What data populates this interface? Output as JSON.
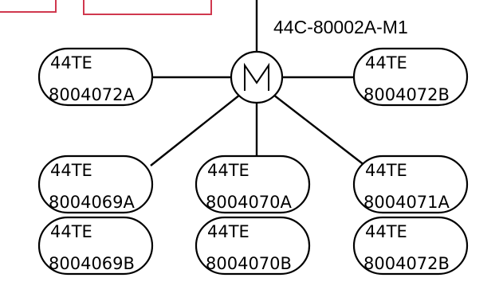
{
  "colors": {
    "line": "#000000",
    "accent_box": "#d0384e",
    "background": "#ffffff"
  },
  "motor": {
    "tag": "44C-80002A-M1",
    "symbol": "M"
  },
  "nodes": [
    {
      "id": "n1",
      "line1": "44TE",
      "line2": "8004072A"
    },
    {
      "id": "n2",
      "line1": "44TE",
      "line2": "8004072B"
    },
    {
      "id": "n3",
      "line1": "44TE",
      "line2": "8004069A"
    },
    {
      "id": "n4",
      "line1": "44TE",
      "line2": "8004070A"
    },
    {
      "id": "n5",
      "line1": "44TE",
      "line2": "8004071A"
    },
    {
      "id": "n6",
      "line1": "44TE",
      "line2": "8004069B"
    },
    {
      "id": "n7",
      "line1": "44TE",
      "line2": "8004070B"
    },
    {
      "id": "n8",
      "line1": "44TE",
      "line2": "8004072B"
    }
  ]
}
